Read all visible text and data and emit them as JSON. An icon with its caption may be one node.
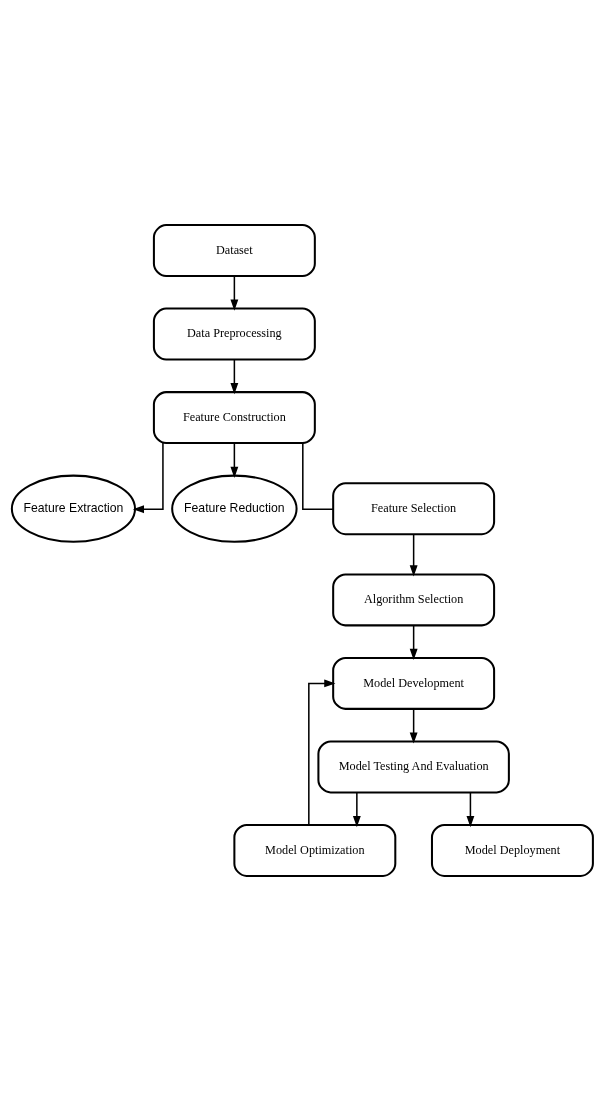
{
  "diagram": {
    "nodes": [
      {
        "text": [
          "Dataset"
        ]
      },
      {
        "text": [
          "Data Preprocessing"
        ]
      },
      {
        "text": [
          "Feature Construction"
        ]
      },
      {
        "text": [
          "Feature Extraction"
        ]
      },
      {
        "text": [
          "Feature Reduction"
        ]
      },
      {
        "text": [
          "Feature Selection"
        ]
      },
      {
        "text": [
          "Algorithm Selection"
        ]
      },
      {
        "text": [
          "Model Development"
        ]
      },
      {
        "text": [
          "Model Optimization"
        ]
      },
      {
        "text": [
          "Model Testing And Evaluation"
        ]
      },
      {
        "text": [
          "Model Deployment"
        ]
      }
    ],
    "edges": [
      {
        "from": 0,
        "to": 1,
        "arrow": "to"
      },
      {
        "from": 1,
        "to": 2,
        "arrow": "to"
      },
      {
        "from": 2,
        "to": 3,
        "arrow": "to"
      },
      {
        "from": 2,
        "to": 4,
        "arrow": "to"
      },
      {
        "from": 2,
        "to": 5,
        "arrow": "none"
      },
      {
        "from": 5,
        "to": 6,
        "arrow": "to"
      },
      {
        "from": 6,
        "to": 7,
        "arrow": "to"
      },
      {
        "from": 7,
        "to": 9,
        "arrow": "to"
      },
      {
        "from": 9,
        "to": 10,
        "arrow": "to"
      },
      {
        "from": 9,
        "to": 8,
        "arrow": "to"
      },
      {
        "from": 8,
        "to": 7,
        "arrow": "to"
      }
    ]
  }
}
